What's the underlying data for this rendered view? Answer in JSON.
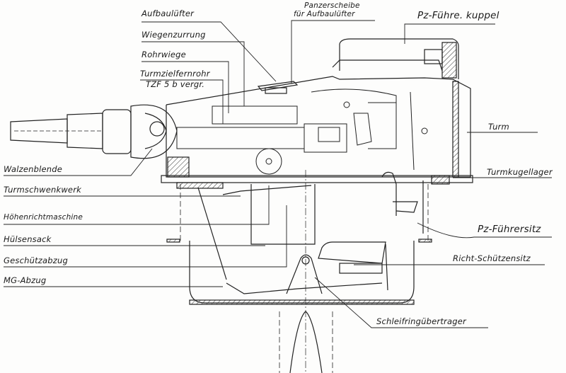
{
  "diagram": {
    "labels": {
      "aufbaulufter": "Aufbaulüfter",
      "panzerscheibe_line1": "Panzerscheibe",
      "panzerscheibe_line2": "für Aufbaulüfter",
      "kuppel": "Pz-Führe. kuppel",
      "wiegenzurrung": "Wiegenzurrung",
      "rohrwiege": "Rohrwiege",
      "turmzielfernrohr_line1": "Turmzielfernrohr",
      "turmzielfernrohr_line2": "TZF 5 b vergr.",
      "turm": "Turm",
      "walzenblende": "Walzenblende",
      "turmkugellager": "Turmkugellager",
      "turmschwenkwerk": "Turmschwenkwerk",
      "hohenrichtmaschine": "Höhenrichtmaschine",
      "pz_fuhrersitz": "Pz-Führersitz",
      "hulsensack": "Hülsensack",
      "richt_schutzensitz": "Richt-Schützensitz",
      "geschutzabzug": "Geschützabzug",
      "mg_abzug": "MG-Abzug",
      "schleifring": "Schleifringübertrager"
    }
  }
}
